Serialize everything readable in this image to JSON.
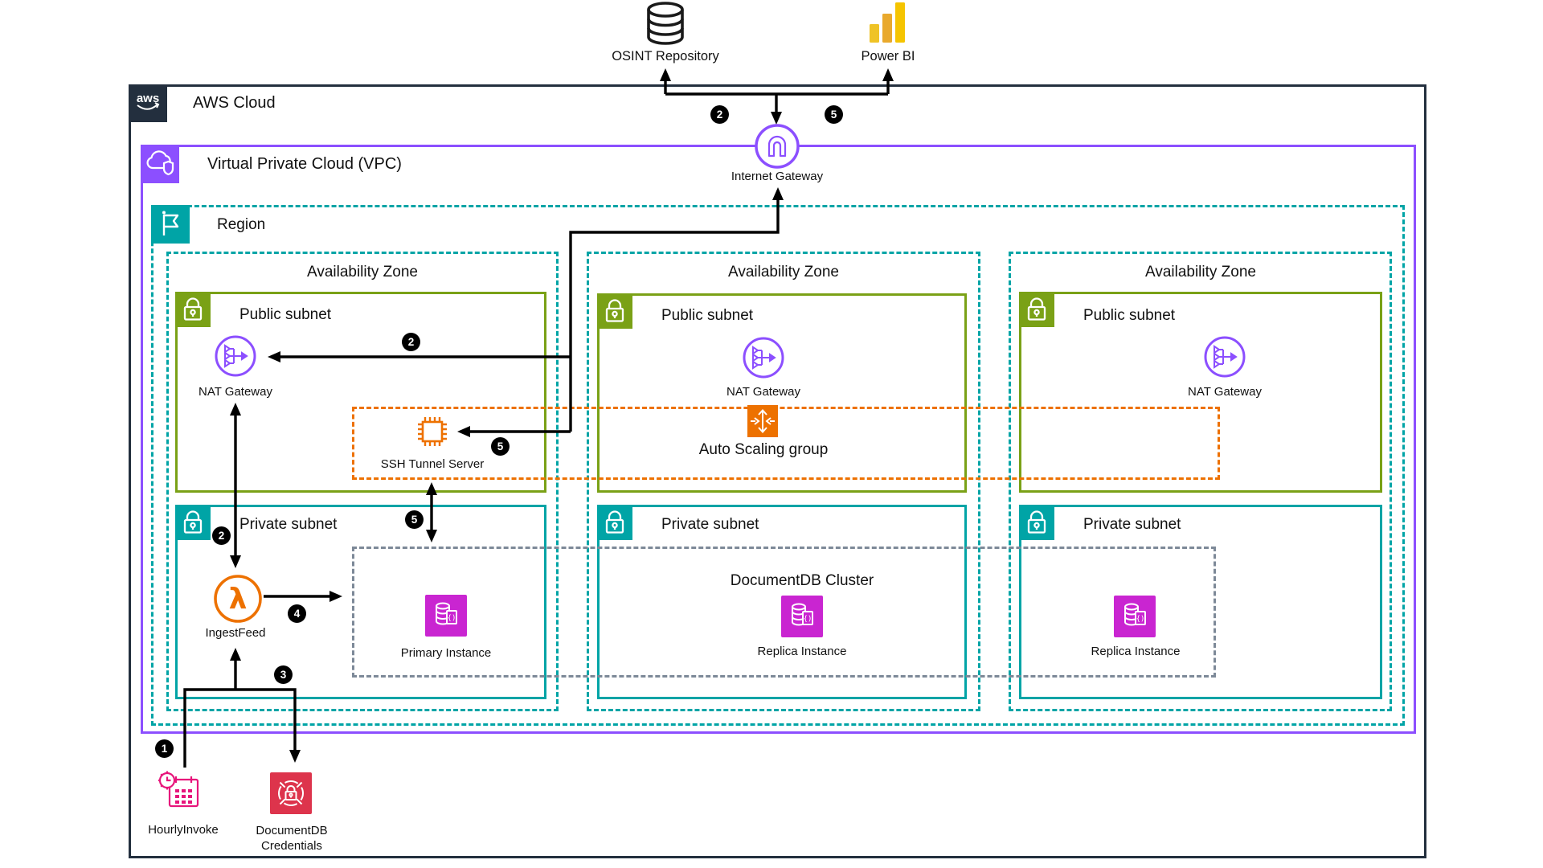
{
  "external": {
    "osint": {
      "label": "OSINT Repository"
    },
    "powerbi": {
      "label": "Power BI"
    },
    "hourly_invoke": {
      "label": "HourlyInvoke"
    },
    "docdb_credentials": {
      "label_line1": "DocumentDB",
      "label_line2": "Credentials"
    }
  },
  "aws_cloud": {
    "label": "AWS Cloud",
    "logo_text": "aws"
  },
  "vpc": {
    "label": "Virtual Private Cloud (VPC)"
  },
  "region": {
    "label": "Region"
  },
  "internet_gateway": {
    "label": "Internet Gateway"
  },
  "azs": [
    {
      "label": "Availability Zone",
      "public_subnet": "Public subnet",
      "private_subnet": "Private subnet",
      "nat_gateway": "NAT Gateway"
    },
    {
      "label": "Availability Zone",
      "public_subnet": "Public subnet",
      "private_subnet": "Private subnet",
      "nat_gateway": "NAT Gateway"
    },
    {
      "label": "Availability Zone",
      "public_subnet": "Public subnet",
      "private_subnet": "Private subnet",
      "nat_gateway": "NAT Gateway"
    }
  ],
  "auto_scaling": {
    "label": "Auto Scaling group",
    "ssh_tunnel": "SSH Tunnel Server"
  },
  "docdb_cluster": {
    "label": "DocumentDB Cluster",
    "primary": "Primary Instance",
    "replica_az2": "Replica Instance",
    "replica_az3": "Replica Instance"
  },
  "lambda": {
    "label": "IngestFeed"
  },
  "badges": {
    "hourly": "1",
    "osint_flow": "2",
    "nat_flow": "2",
    "lambda_nat": "2",
    "creds_flow": "3",
    "lambda_db": "4",
    "powerbi_flow": "5",
    "ssh_flow": "5",
    "ssh_db": "5"
  },
  "colors": {
    "aws_dark": "#232F3E",
    "vpc_purple": "#8C4FFF",
    "teal": "#00A4A6",
    "subnet_green": "#7AA116",
    "orange": "#ED7100",
    "gray_dashed": "#7D8998",
    "db_magenta": "#C925D1",
    "eventbridge_pink": "#E7157B",
    "secrets_red": "#DD344C",
    "powerbi_yellow": "#F2C811",
    "connector_black": "#000000"
  }
}
